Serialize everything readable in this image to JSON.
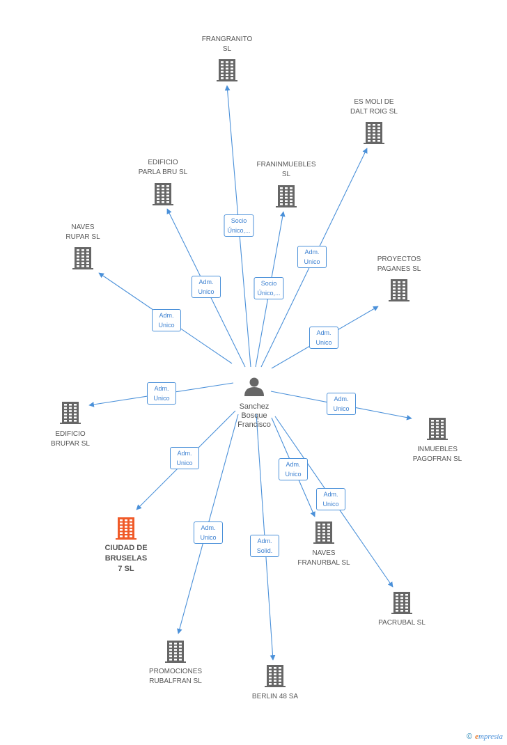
{
  "center": {
    "name": "Sanchez\nBosque\nFrancisco"
  },
  "nodes": [
    {
      "id": "frangranito",
      "label": "FRANGRANITO\nSL",
      "highlight": false
    },
    {
      "id": "es-moli",
      "label": "ES MOLI DE\nDALT ROIG SL",
      "highlight": false
    },
    {
      "id": "edificio-parla",
      "label": "EDIFICIO\nPARLA BRU SL",
      "highlight": false
    },
    {
      "id": "franinmuebles",
      "label": "FRANINMUEBLES\nSL",
      "highlight": false
    },
    {
      "id": "naves-rupar",
      "label": "NAVES\nRUPAR SL",
      "highlight": false
    },
    {
      "id": "proyectos-paganes",
      "label": "PROYECTOS\nPAGANES SL",
      "highlight": false
    },
    {
      "id": "edificio-brupar",
      "label": "EDIFICIO\nBRUPAR SL",
      "highlight": false
    },
    {
      "id": "inmuebles-pagofran",
      "label": "INMUEBLES\nPAGOFRAN SL",
      "highlight": false
    },
    {
      "id": "ciudad-bruselas",
      "label": "CIUDAD DE\nBRUSELAS\n7 SL",
      "highlight": true
    },
    {
      "id": "naves-franurbal",
      "label": "NAVES\nFRANURBAL SL",
      "highlight": false
    },
    {
      "id": "pacrubal",
      "label": "PACRUBAL  SL",
      "highlight": false
    },
    {
      "id": "promociones-rubalfran",
      "label": "PROMOCIONES\nRUBALFRAN SL",
      "highlight": false
    },
    {
      "id": "berlin-48",
      "label": "BERLIN 48 SA",
      "highlight": false
    }
  ],
  "edges": [
    {
      "to": "frangranito",
      "role": "Socio\nÚnico,..."
    },
    {
      "to": "es-moli",
      "role": "Adm.\nUnico"
    },
    {
      "to": "edificio-parla",
      "role": "Adm.\nUnico"
    },
    {
      "to": "franinmuebles",
      "role": "Socio\nÚnico,..."
    },
    {
      "to": "naves-rupar",
      "role": "Adm.\nUnico"
    },
    {
      "to": "proyectos-paganes",
      "role": "Adm.\nUnico"
    },
    {
      "to": "edificio-brupar",
      "role": "Adm.\nUnico"
    },
    {
      "to": "inmuebles-pagofran",
      "role": "Adm.\nUnico"
    },
    {
      "to": "ciudad-bruselas",
      "role": "Adm.\nUnico"
    },
    {
      "to": "naves-franurbal",
      "role": "Adm.\nUnico"
    },
    {
      "to": "pacrubal",
      "role": "Adm.\nUnico"
    },
    {
      "to": "promociones-rubalfran",
      "role": "Adm.\nUnico"
    },
    {
      "to": "berlin-48",
      "role": "Adm.\nSolid."
    }
  ],
  "colors": {
    "edge": "#4a90d9",
    "building": "#666666",
    "building_highlight": "#f05a28",
    "person": "#666666"
  },
  "icons": {
    "company": "building-icon",
    "person": "person-icon"
  },
  "brand": {
    "copyright": "©",
    "e": "e",
    "rest": "mpresia"
  }
}
